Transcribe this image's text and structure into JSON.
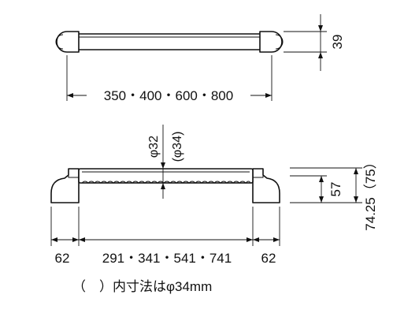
{
  "top_view": {
    "height_label": "39",
    "length_label": "350・400・600・800"
  },
  "front_view": {
    "diameter_label": "φ32",
    "diameter_alt_label": "(φ34)",
    "height_57_label": "57",
    "height_total_label": "74.25（75）",
    "bracket_left_label": "62",
    "span_label": "291・341・541・741",
    "bracket_right_label": "62"
  },
  "note": {
    "text": "（　）内寸法はφ34mm"
  }
}
